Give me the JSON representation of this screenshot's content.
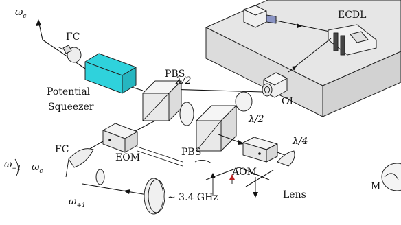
{
  "labels": {
    "ecdl": "ECDL",
    "fc_top": "FC",
    "fc_bottom": "FC",
    "pbs_top": "PBS",
    "pbs_bottom": "PBS",
    "potential_line1": "Potential",
    "potential_line2": "Squeezer",
    "oi": "OI",
    "half_wave_1": "λ/2",
    "half_wave_2": "λ/2",
    "quarter_wave": "λ/4",
    "eom": "EOM",
    "aom": "AOM",
    "lens": "Lens",
    "mirror": "M",
    "frequency": "∼ 3.4 GHz",
    "omega_symbol": "ω",
    "omega_c_sub": "c",
    "omega_minus_sub": "−1",
    "omega_plus_sub": "+1"
  },
  "colors": {
    "squeezer_fill": "#2fd2dc",
    "table_fill": "#e6e6e6",
    "component_fill": "#ececec",
    "laser_head_fill": "#8a94c4"
  }
}
